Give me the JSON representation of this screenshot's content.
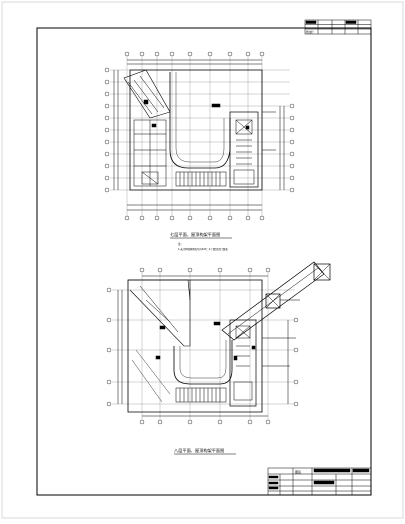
{
  "drawing": {
    "top_title": "七层平面、屋顶构架平面图",
    "top_note_1": "注：",
    "top_note_2": "1.未注明墙体厚度均为200；2.门窗详见门窗表",
    "bottom_title": "八层平面、屋顶构架平面图",
    "title_block_label": "图签",
    "revision_block_label": "修改栏"
  }
}
